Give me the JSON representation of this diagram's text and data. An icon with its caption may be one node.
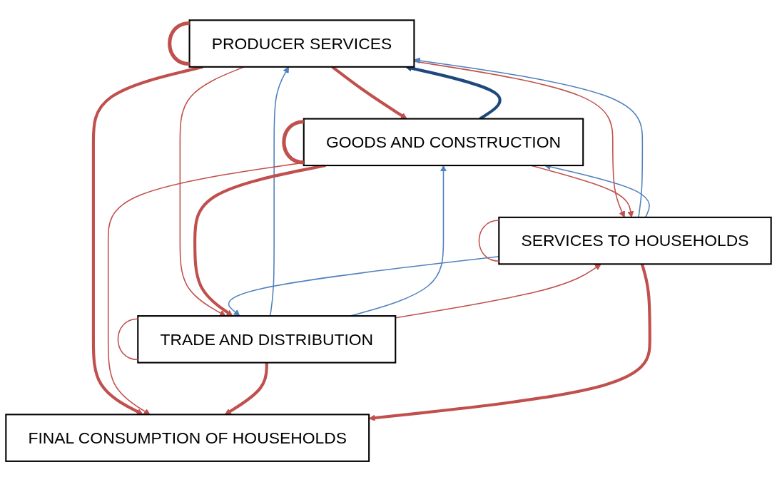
{
  "diagram": {
    "nodes": [
      {
        "text": [
          "PRODUCER SERVICES"
        ]
      },
      {
        "text": [
          "GOODS AND CONSTRUCTION"
        ]
      },
      {
        "text": [
          "TRADE AND DISTRIBUTION"
        ]
      },
      {
        "text": [
          "SERVICES TO HOUSEHOLDS"
        ]
      },
      {
        "text": [
          "FINAL CONSUMPTION OF HOUSEHOLDS"
        ]
      }
    ],
    "edges": [
      {
        "from": 0,
        "to": 0,
        "arrow": "none",
        "style": "thick"
      },
      {
        "from": 0,
        "to": 1,
        "arrow": "to",
        "style": "thick"
      },
      {
        "from": 1,
        "to": 0,
        "arrow": "to",
        "style": "thick",
        "color": "#1f497d"
      },
      {
        "from": 0,
        "to": 2,
        "arrow": "to"
      },
      {
        "from": 2,
        "to": 0,
        "arrow": "to",
        "color": "#4f81bd"
      },
      {
        "from": 0,
        "to": 4,
        "arrow": "to",
        "style": "thick"
      },
      {
        "from": 0,
        "to": 3,
        "arrow": "to"
      },
      {
        "from": 3,
        "to": 0,
        "arrow": "to",
        "color": "#4f81bd"
      },
      {
        "from": 1,
        "to": 1,
        "arrow": "none",
        "style": "thick"
      },
      {
        "from": 1,
        "to": 3,
        "arrow": "to"
      },
      {
        "from": 3,
        "to": 1,
        "arrow": "to",
        "color": "#4f81bd"
      },
      {
        "from": 1,
        "to": 2,
        "arrow": "to",
        "style": "thick"
      },
      {
        "from": 2,
        "to": 1,
        "arrow": "to",
        "color": "#4f81bd"
      },
      {
        "from": 1,
        "to": 4,
        "arrow": "to"
      },
      {
        "from": 2,
        "to": 2,
        "arrow": "none"
      },
      {
        "from": 2,
        "to": 3,
        "arrow": "to"
      },
      {
        "from": 3,
        "to": 2,
        "arrow": "to",
        "color": "#4f81bd"
      },
      {
        "from": 3,
        "to": 3,
        "arrow": "none"
      },
      {
        "from": 2,
        "to": 4,
        "arrow": "to",
        "style": "thick"
      },
      {
        "from": 3,
        "to": 4,
        "arrow": "to",
        "style": "thick"
      }
    ]
  }
}
